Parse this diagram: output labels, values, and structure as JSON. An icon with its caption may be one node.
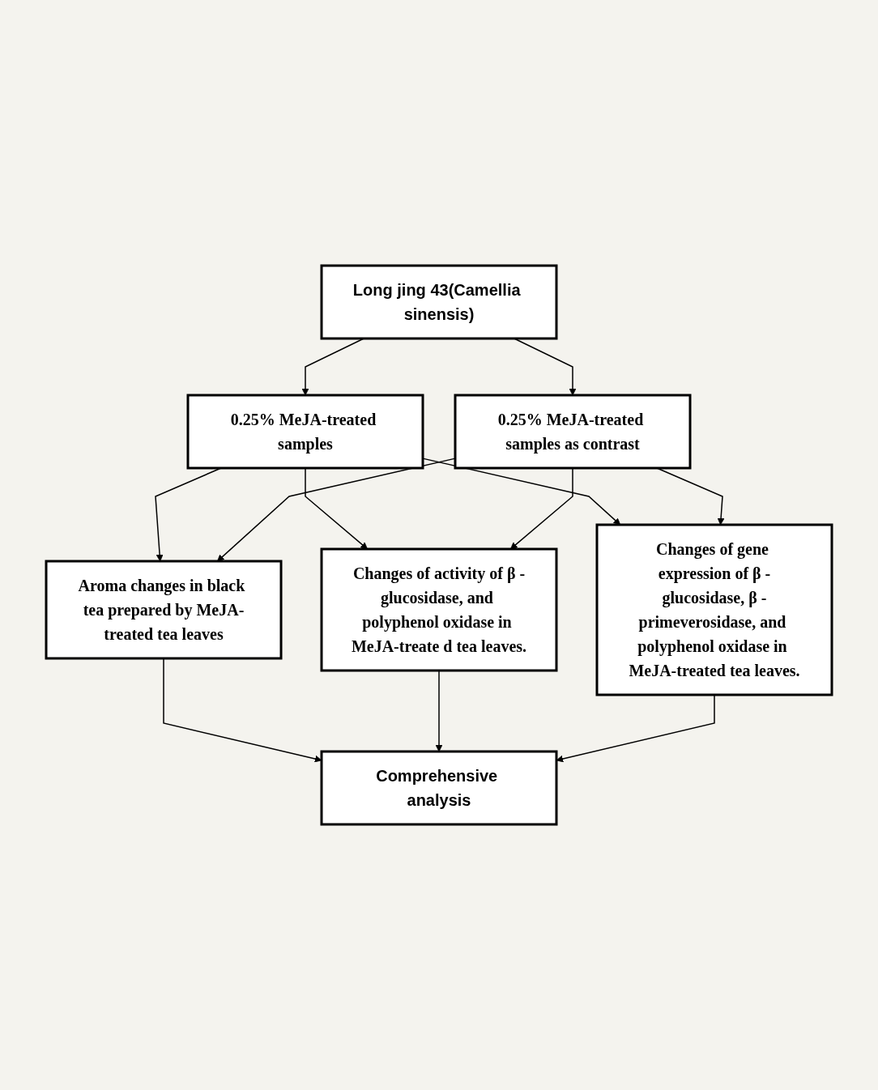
{
  "diagram": {
    "nodes": [
      {
        "text": [
          "Long jing 43(Camellia sinensis)"
        ]
      },
      {
        "text": [
          "0.25% MeJA-treated samples"
        ]
      },
      {
        "text": [
          "0.25% MeJA-treated samples as contrast"
        ]
      },
      {
        "text": [
          "Aroma changes in black tea prepared by MeJA-treated tea leaves"
        ]
      },
      {
        "text": [
          "Changes of activity of β -glucosidase, and polyphenol oxidase in MeJA-treate d tea leaves."
        ]
      },
      {
        "text": [
          "Changes of gene expression of β -glucosidase, β -primeverosidase, and polyphenol oxidase in MeJA-treated tea leaves."
        ]
      },
      {
        "text": [
          "Comprehensive analysis"
        ]
      }
    ],
    "edges": [
      {
        "from": 0,
        "to": 1,
        "arrow": "to"
      },
      {
        "from": 0,
        "to": 2,
        "arrow": "to"
      },
      {
        "from": 1,
        "to": 3,
        "arrow": "to"
      },
      {
        "from": 1,
        "to": 4,
        "arrow": "to"
      },
      {
        "from": 1,
        "to": 5,
        "arrow": "to"
      },
      {
        "from": 2,
        "to": 3,
        "arrow": "to"
      },
      {
        "from": 2,
        "to": 4,
        "arrow": "to"
      },
      {
        "from": 2,
        "to": 5,
        "arrow": "to"
      },
      {
        "from": 3,
        "to": 6,
        "arrow": "to"
      },
      {
        "from": 4,
        "to": 6,
        "arrow": "to"
      },
      {
        "from": 5,
        "to": 6,
        "arrow": "to"
      }
    ]
  }
}
